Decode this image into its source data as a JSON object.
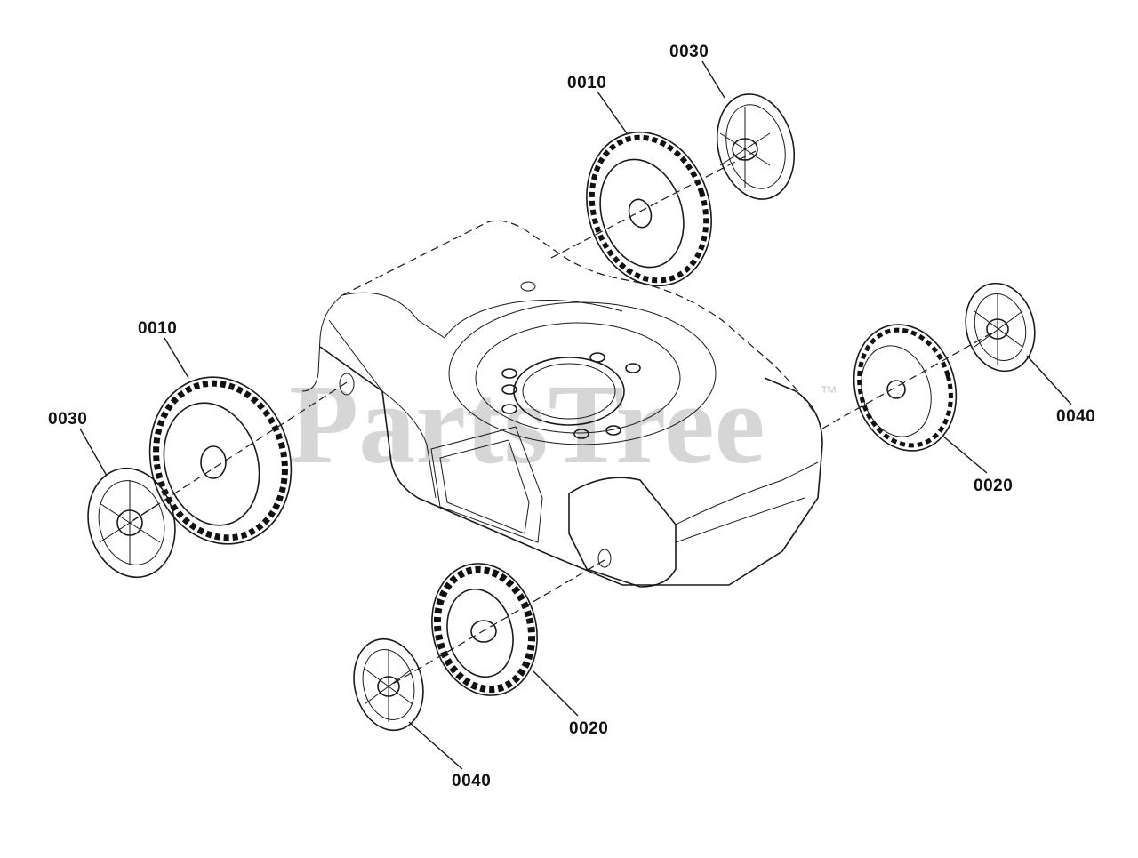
{
  "watermark": {
    "text": "PartsTree",
    "trademark": "™"
  },
  "callouts": [
    {
      "id": "0010-top",
      "label": "0010"
    },
    {
      "id": "0030-top",
      "label": "0030"
    },
    {
      "id": "0010-left",
      "label": "0010"
    },
    {
      "id": "0030-left",
      "label": "0030"
    },
    {
      "id": "0040-right",
      "label": "0040"
    },
    {
      "id": "0020-right",
      "label": "0020"
    },
    {
      "id": "0020-bottom",
      "label": "0020"
    },
    {
      "id": "0040-bottom",
      "label": "0040"
    }
  ]
}
